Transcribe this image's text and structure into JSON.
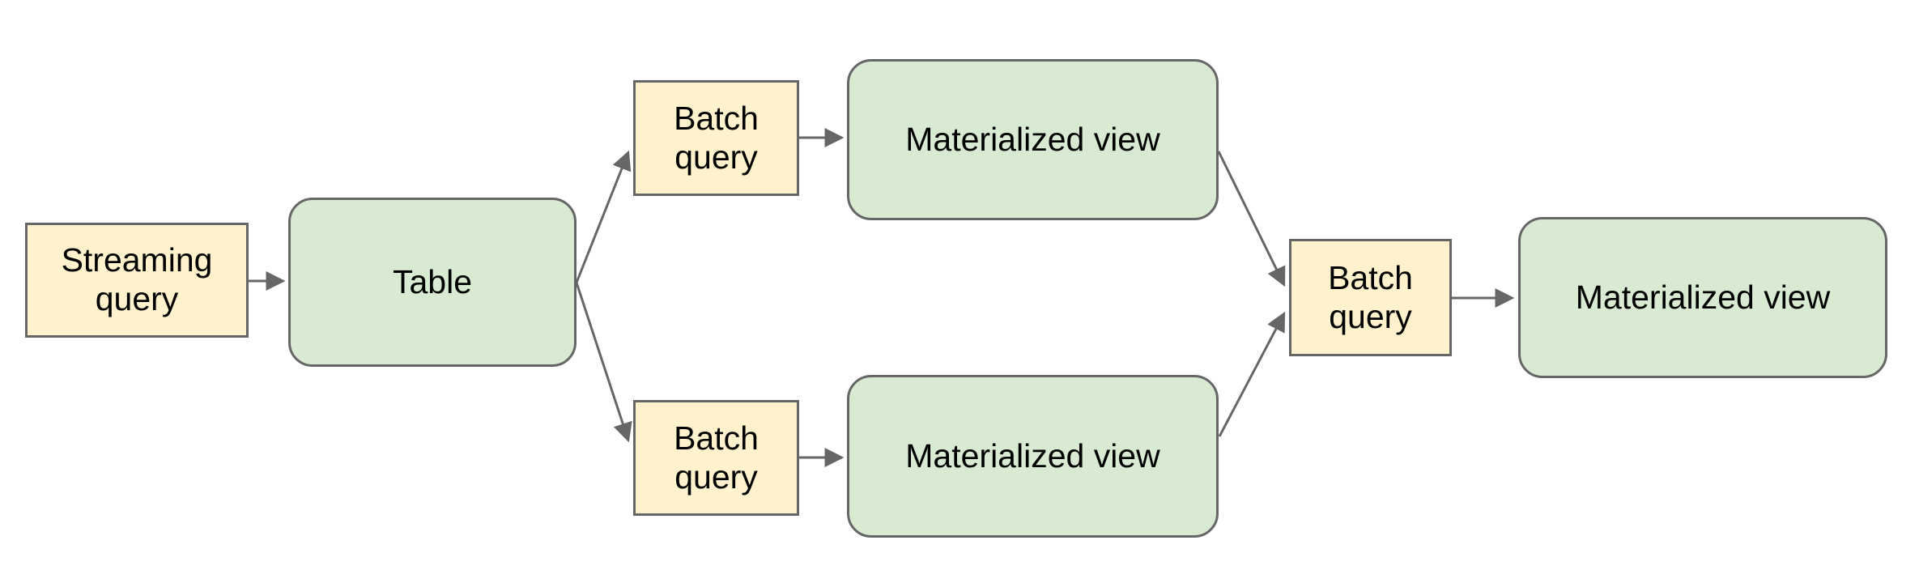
{
  "diagram": {
    "nodes": [
      {
        "id": "streaming-query",
        "label": "Streaming query",
        "type": "query"
      },
      {
        "id": "table",
        "label": "Table",
        "type": "table"
      },
      {
        "id": "batch-query-top",
        "label": "Batch query",
        "type": "query"
      },
      {
        "id": "materialized-view-top",
        "label": "Materialized view",
        "type": "view"
      },
      {
        "id": "batch-query-bottom",
        "label": "Batch query",
        "type": "query"
      },
      {
        "id": "materialized-view-bottom",
        "label": "Materialized view",
        "type": "view"
      },
      {
        "id": "batch-query-right",
        "label": "Batch query",
        "type": "query"
      },
      {
        "id": "materialized-view-right",
        "label": "Materialized view",
        "type": "view"
      }
    ],
    "edges": [
      {
        "from": "streaming-query",
        "to": "table"
      },
      {
        "from": "table",
        "to": "batch-query-top"
      },
      {
        "from": "table",
        "to": "batch-query-bottom"
      },
      {
        "from": "batch-query-top",
        "to": "materialized-view-top"
      },
      {
        "from": "batch-query-bottom",
        "to": "materialized-view-bottom"
      },
      {
        "from": "materialized-view-top",
        "to": "batch-query-right"
      },
      {
        "from": "materialized-view-bottom",
        "to": "batch-query-right"
      },
      {
        "from": "batch-query-right",
        "to": "materialized-view-right"
      }
    ],
    "colors": {
      "query_fill": "#fff2cc",
      "view_fill": "#d9ead3",
      "border": "#666666",
      "arrow": "#666666",
      "text": "#000000",
      "background": "#ffffff"
    }
  }
}
